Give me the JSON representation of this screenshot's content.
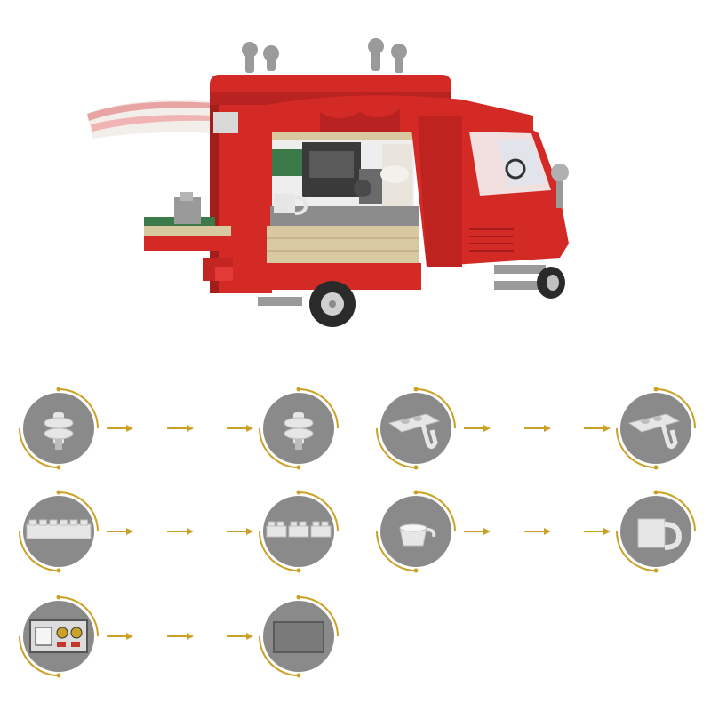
{
  "product": {
    "name": "food-truck-tuk-tuk",
    "colors": {
      "body_red": "#d42a26",
      "body_dark_red": "#a31d1b",
      "awning_white": "#f2eeea",
      "awning_pink": "#f0b4b4",
      "tan": "#d9c9a0",
      "grey": "#9a9a9a",
      "dark_grey": "#4a4a4a"
    }
  },
  "accent_color": "#c9a227",
  "circle_color": "#8a8a8a",
  "parts_rows": [
    {
      "row": 1,
      "pairs": [
        {
          "from_icon": "technic-pin-connector-icon",
          "to_icon": "technic-pin-connector-icon"
        },
        {
          "from_icon": "plate-with-clip-icon",
          "to_icon": "plate-with-clip-icon"
        }
      ]
    },
    {
      "row": 2,
      "pairs": [
        {
          "from_icon": "brick-1x6-icon",
          "to_icon": "plate-1x2-triple-icon"
        },
        {
          "from_icon": "cup-icon",
          "to_icon": "mug-icon"
        }
      ]
    },
    {
      "row": 3,
      "pairs": [
        {
          "from_icon": "printed-tile-gauges-icon",
          "to_icon": "tile-plain-icon"
        }
      ]
    }
  ]
}
